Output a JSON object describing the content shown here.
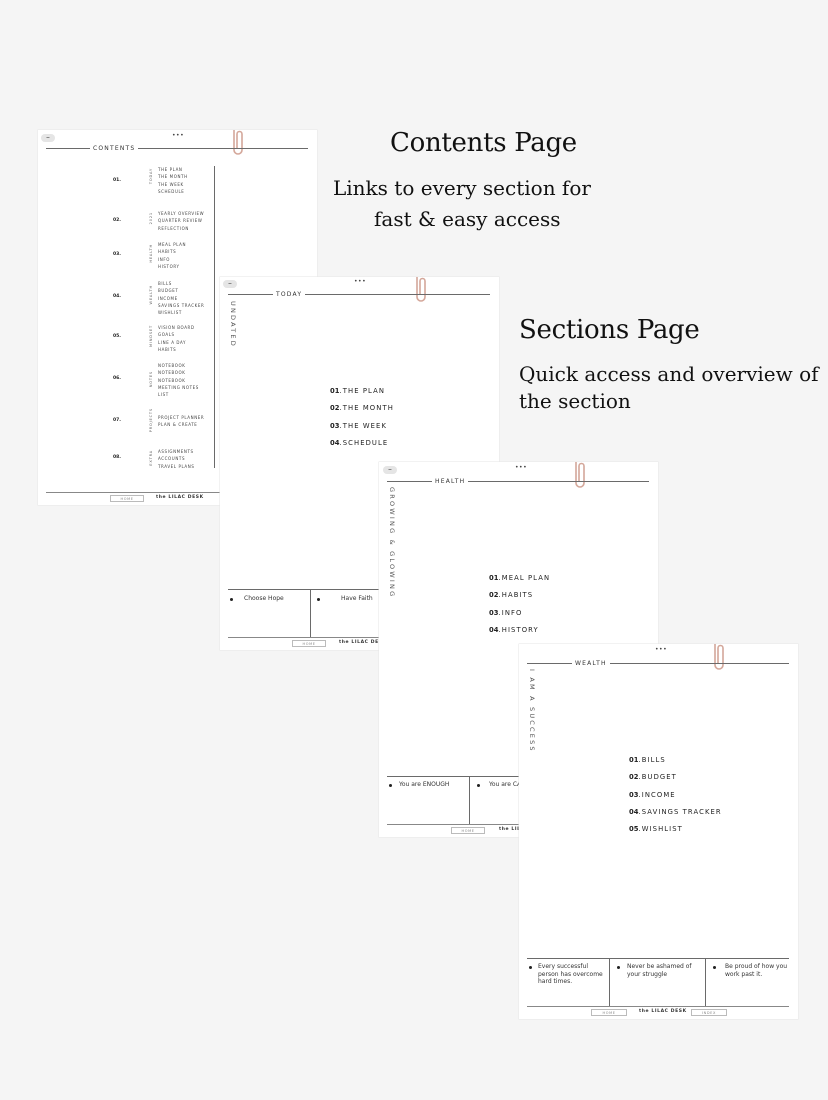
{
  "headings": {
    "contents_title": "Contents Page",
    "contents_sub_line1": "Links to every section for",
    "contents_sub_line2": "fast & easy access",
    "sections_title": "Sections Page",
    "sections_sub_line1": "Quick access and overview of",
    "sections_sub_line2": "the section"
  },
  "common": {
    "dots": "•••",
    "menu_glyph": "⌣",
    "home": "HOME",
    "index": "INDEX",
    "brand": "the LILAC DESK"
  },
  "contents": {
    "label": "CONTENTS",
    "sections": [
      {
        "num": "01.",
        "cat": "TODAY",
        "links": [
          "THE PLAN",
          "THE MONTH",
          "THE WEEK",
          "SCHEDULE"
        ]
      },
      {
        "num": "02.",
        "cat": "2021",
        "links": [
          "YEARLY OVERVIEW",
          "QUARTER REVIEW",
          "REFLECTION"
        ]
      },
      {
        "num": "03.",
        "cat": "HEALTH",
        "links": [
          "MEAL PLAN",
          "HABITS",
          "INFO",
          "HISTORY"
        ]
      },
      {
        "num": "04.",
        "cat": "WEALTH",
        "links": [
          "BILLS",
          "BUDGET",
          "INCOME",
          "SAVINGS TRACKER",
          "WISHLIST"
        ]
      },
      {
        "num": "05.",
        "cat": "MINDSET",
        "links": [
          "VISION BOARD",
          "GOALS",
          "LINE A DAY",
          "HABITS"
        ]
      },
      {
        "num": "06.",
        "cat": "NOTES",
        "links": [
          "NOTEBOOK",
          "NOTEBOOK",
          "NOTEBOOK",
          "MEETING NOTES",
          "LIST"
        ]
      },
      {
        "num": "07.",
        "cat": "PROJECTS",
        "links": [
          "PROJECT PLANNER",
          "PLAN & CREATE"
        ]
      },
      {
        "num": "08.",
        "cat": "EXTRA",
        "links": [
          "ASSIGNMENTS",
          "ACCOUNTS",
          "TRAVEL PLANS"
        ]
      }
    ]
  },
  "today": {
    "label": "TODAY",
    "vertical": "UNDATED",
    "items": [
      {
        "num": "01",
        "text": ".THE PLAN"
      },
      {
        "num": "02",
        "text": ".THE MONTH"
      },
      {
        "num": "03",
        "text": ".THE WEEK"
      },
      {
        "num": "04",
        "text": ".SCHEDULE"
      }
    ],
    "quotes": [
      "Choose Hope",
      "Have Faith"
    ]
  },
  "health": {
    "label": "HEALTH",
    "vertical": "GROWING & GLOWING",
    "items": [
      {
        "num": "01",
        "text": ".MEAL PLAN"
      },
      {
        "num": "02",
        "text": ".HABITS"
      },
      {
        "num": "03",
        "text": ".INFO"
      },
      {
        "num": "04",
        "text": ".HISTORY"
      }
    ],
    "quotes": [
      "You are ENOUGH",
      "You are CA"
    ]
  },
  "wealth": {
    "label": "WEALTH",
    "vertical": "I AM A SUCCESS",
    "items": [
      {
        "num": "01",
        "text": ".BILLS"
      },
      {
        "num": "02",
        "text": ".BUDGET"
      },
      {
        "num": "03",
        "text": ".INCOME"
      },
      {
        "num": "04",
        "text": ".SAVINGS TRACKER"
      },
      {
        "num": "05",
        "text": ".WISHLIST"
      }
    ],
    "quotes": [
      "Every successful person has overcome hard times.",
      "Never be ashamed of your struggle",
      "Be proud of how you work past it."
    ]
  }
}
